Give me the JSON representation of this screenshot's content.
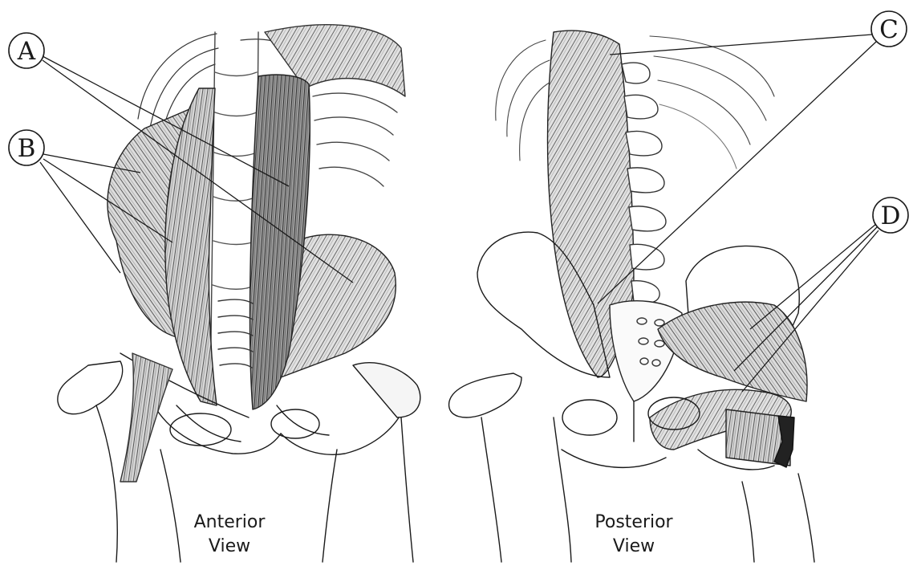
{
  "views": {
    "anterior": {
      "line1": "Anterior",
      "line2": "View"
    },
    "posterior": {
      "line1": "Posterior",
      "line2": "View"
    }
  },
  "callouts": {
    "a": "A",
    "b": "B",
    "c": "C",
    "d": "D"
  },
  "colors": {
    "ink": "#1a1a1a",
    "muscle_shade": "#6e6e6e",
    "muscle_light": "#a9a9a9",
    "background": "#ffffff"
  }
}
